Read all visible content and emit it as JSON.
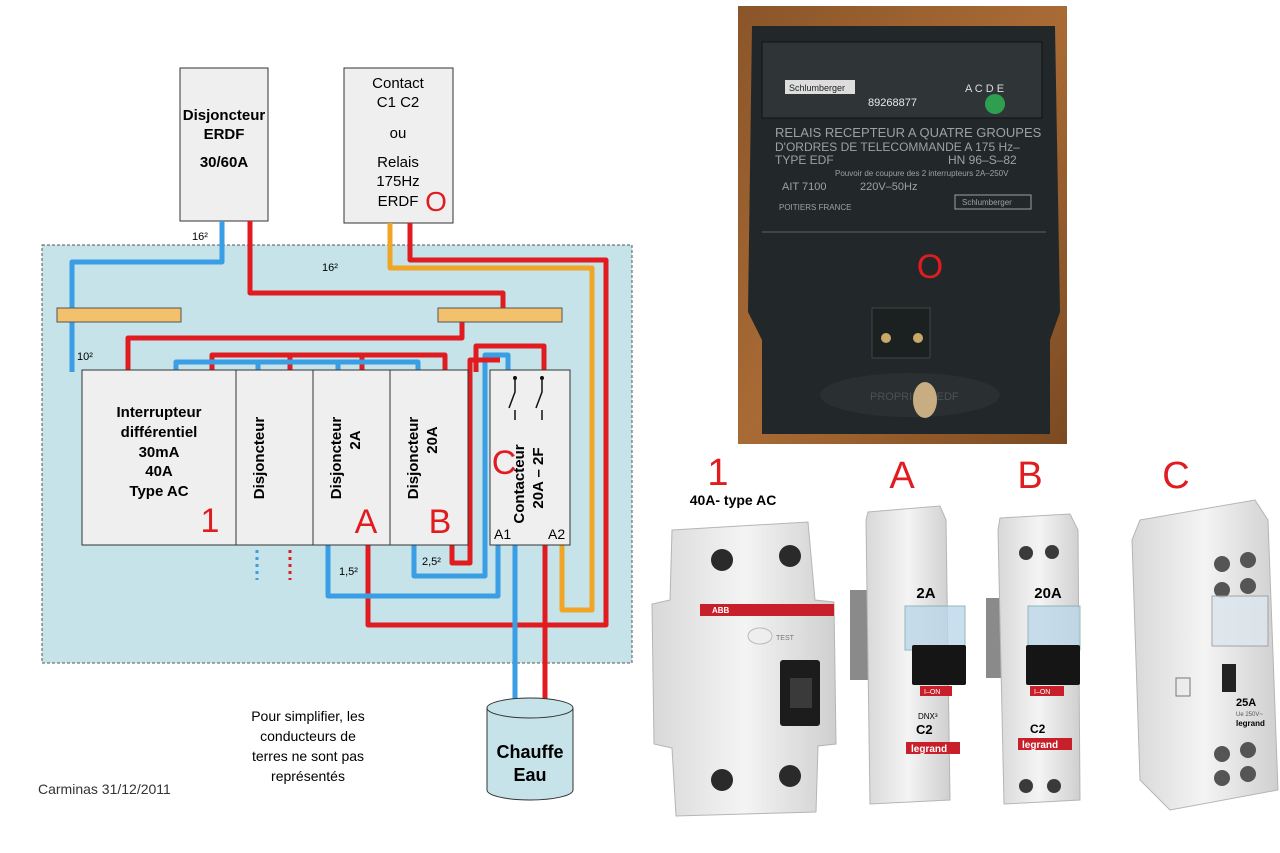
{
  "colors": {
    "panel": "#c5e3e8",
    "box": "#efefef",
    "bus": "#f3c06b",
    "red": "#e11c20",
    "blue": "#3a9ee4",
    "orange": "#f0a527",
    "marker": "#e11c20"
  },
  "diagram": {
    "breaker_erdf": {
      "l1": "Disjoncteur",
      "l2": "ERDF",
      "l3": "30/60A"
    },
    "contact": {
      "l1": "Contact",
      "l2": "C1 C2",
      "l3": "ou",
      "l4": "Relais",
      "l5": "175Hz",
      "l6": "ERDF",
      "marker": "O"
    },
    "wire_labels": {
      "s16a": "16²",
      "s16b": "16²",
      "s10": "10²",
      "s15": "1,5²",
      "s25": "2,5²"
    },
    "rcd": {
      "l1": "Interrupteur",
      "l2": "différentiel",
      "l3": "30mA",
      "l4": "40A",
      "l5": "Type AC",
      "marker": "1"
    },
    "breaker": {
      "label": "Disjoncteur"
    },
    "breaker_a": {
      "l1": "Disjoncteur",
      "l2": "2A",
      "marker": "A"
    },
    "breaker_b": {
      "l1": "Disjoncteur",
      "l2": "20A",
      "marker": "B"
    },
    "contactor": {
      "l1": "Contacteur",
      "l2": "20A – 2F",
      "marker": "C",
      "a1": "A1",
      "a2": "A2"
    },
    "heater": {
      "l1": "Chauffe",
      "l2": "Eau"
    },
    "note": {
      "l1": "Pour simplifier, les",
      "l2": "conducteurs de",
      "l3": "terres ne sont pas",
      "l4": "représentés"
    },
    "credit": "Carminas 31/12/2011"
  },
  "photo_relay": {
    "brand": "Schlumberger",
    "serial": "89268877",
    "dial_letters": "A C D E",
    "line1": "RELAIS RECEPTEUR A QUATRE GROUPES",
    "line2": "D'ORDRES DE TELECOMMANDE A 175 Hz–",
    "line3a": "TYPE EDF",
    "line3b": "HN 96–S–82",
    "line4": "Pouvoir de coupure des 2 interrupteurs 2A–250V",
    "line5a": "AIT 7100",
    "line5b": "220V–50Hz",
    "line6": "POITIERS  FRANCE",
    "plate": "Schlumberger",
    "cover": "PROPRIETE EDF",
    "marker": "O"
  },
  "products": {
    "rcd": {
      "marker": "1",
      "caption": "40A- type AC",
      "brand": "ABB",
      "test": "TEST"
    },
    "a": {
      "marker": "A",
      "rating": "2A",
      "switch": "I–ON",
      "model": "DNX³",
      "curve": "C2",
      "brand": "legrand"
    },
    "b": {
      "marker": "B",
      "rating": "20A",
      "switch": "I–ON",
      "curve": "C2",
      "brand": "legrand"
    },
    "c": {
      "marker": "C",
      "rating": "25A",
      "sub": "Ue 250V~",
      "brand": "legrand"
    }
  }
}
